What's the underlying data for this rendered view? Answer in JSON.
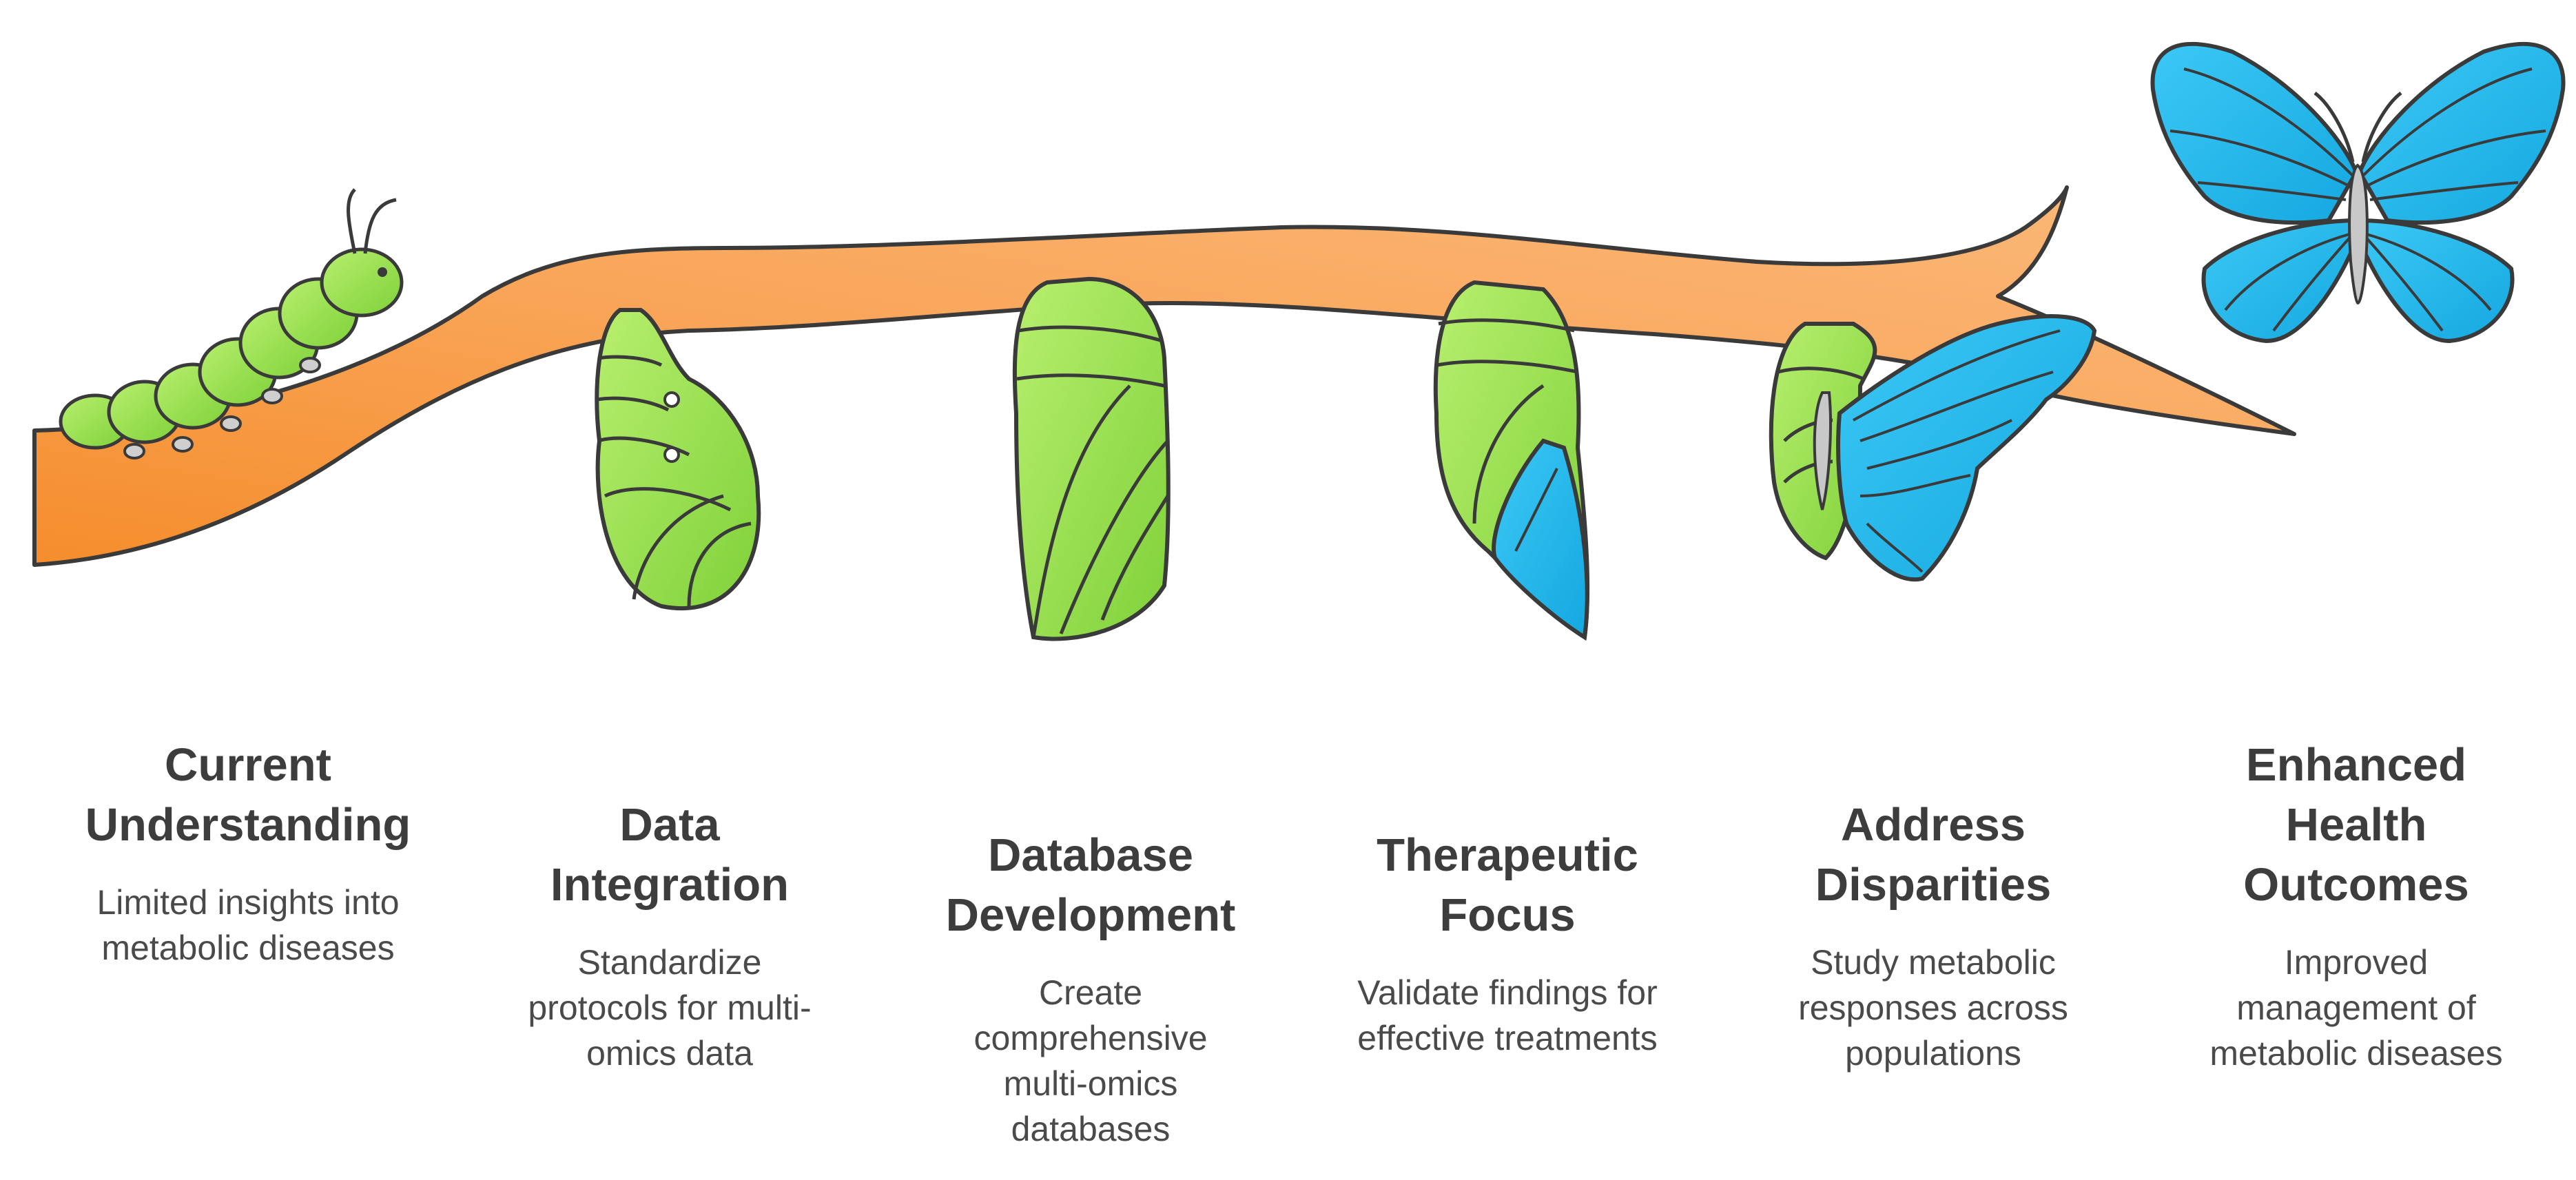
{
  "colors": {
    "branch": "#f9a65a",
    "branch_dark": "#f58d2c",
    "green": "#8fdc44",
    "green_light": "#b8ef6e",
    "blue": "#2bb8ec",
    "outline": "#3a3a3a"
  },
  "stages": [
    {
      "title_lines": [
        "Current",
        "Understanding"
      ],
      "desc_lines": [
        "Limited insights into",
        "metabolic diseases"
      ],
      "icon": "caterpillar-icon"
    },
    {
      "title_lines": [
        "Data",
        "Integration"
      ],
      "desc_lines": [
        "Standardize",
        "protocols for multi-",
        "omics data"
      ],
      "icon": "pupating-caterpillar-icon"
    },
    {
      "title_lines": [
        "Database",
        "Development"
      ],
      "desc_lines": [
        "Create",
        "comprehensive",
        "multi-omics",
        "databases"
      ],
      "icon": "chrysalis-icon"
    },
    {
      "title_lines": [
        "Therapeutic",
        "Focus"
      ],
      "desc_lines": [
        "Validate findings for",
        "effective treatments"
      ],
      "icon": "developing-chrysalis-icon"
    },
    {
      "title_lines": [
        "Address",
        "Disparities"
      ],
      "desc_lines": [
        "Study metabolic",
        "responses across",
        "populations"
      ],
      "icon": "emerging-butterfly-icon"
    },
    {
      "title_lines": [
        "Enhanced",
        "Health",
        "Outcomes"
      ],
      "desc_lines": [
        "Improved",
        "management of",
        "metabolic diseases"
      ],
      "icon": "butterfly-icon"
    }
  ]
}
